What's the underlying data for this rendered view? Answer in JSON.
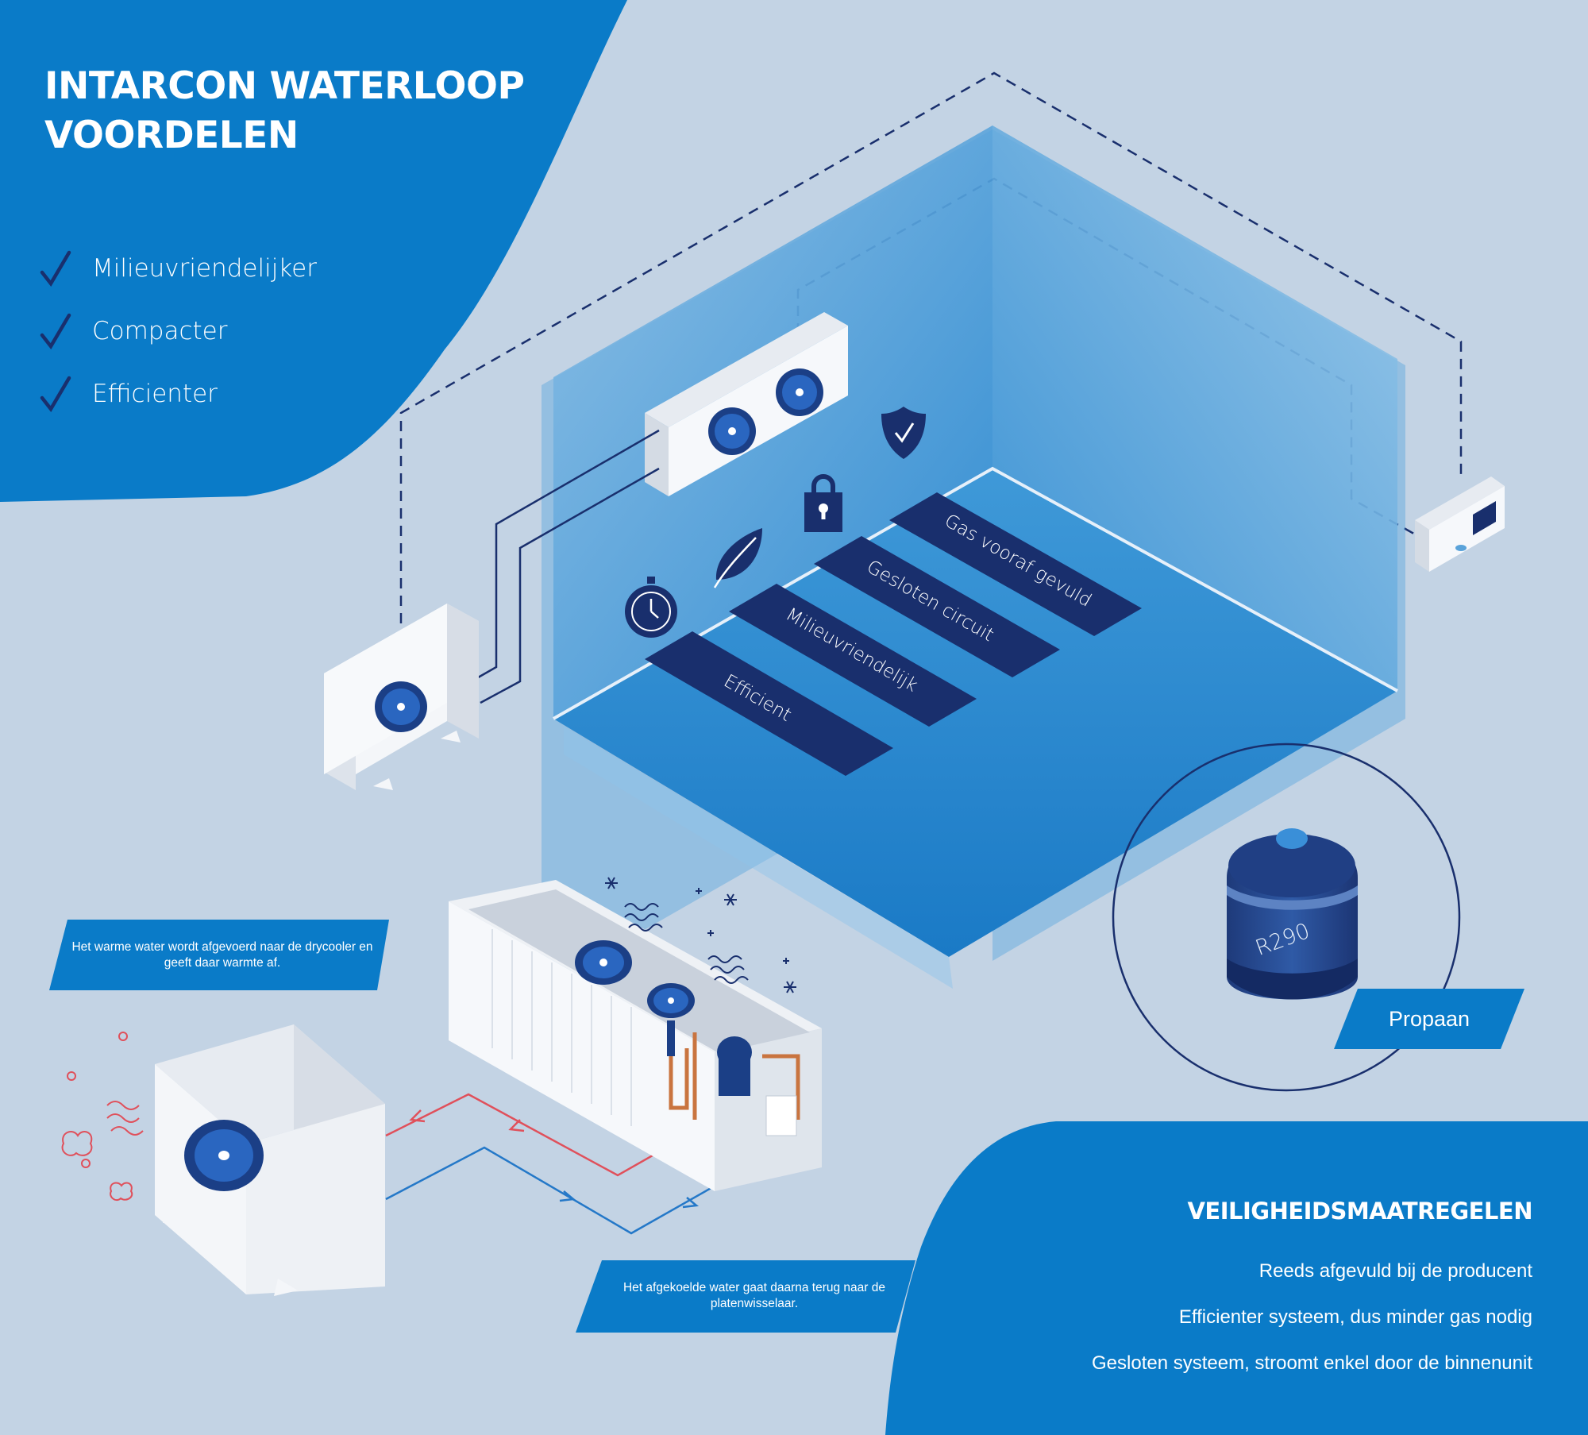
{
  "header": {
    "title_line1": "INTARCON WATERLOOP",
    "title_line2": "VOORDELEN"
  },
  "benefits": [
    {
      "label": "Milieuvriendelijker"
    },
    {
      "label": "Compacter"
    },
    {
      "label": "Efficienter"
    }
  ],
  "features": [
    {
      "label": "Gas vooraf gevuld",
      "icon": "shield-check-icon"
    },
    {
      "label": "Gesloten circuit",
      "icon": "padlock-icon"
    },
    {
      "label": "Milieuvriendelijk",
      "icon": "leaf-icon"
    },
    {
      "label": "Efficient",
      "icon": "stopwatch-icon"
    }
  ],
  "callouts": {
    "warm_water": "Het warme water wordt afgevoerd naar de drycooler en  geeft daar warmte af.",
    "cooled_water": "Het afgekoelde water gaat daarna terug naar de platenwisselaar."
  },
  "refrigerant": {
    "tank_label": "R290",
    "name": "Propaan"
  },
  "safety": {
    "title": "VEILIGHEIDSMAATREGELEN",
    "items": [
      "Reeds afgevuld bij de producent",
      "Efficienter systeem, dus minder gas nodig",
      "Gesloten systeem, stroomt enkel door de binnenunit"
    ]
  },
  "colors": {
    "background": "#c3d3e4",
    "brand_blue": "#0a7bc8",
    "navy": "#192f6d",
    "room_blue": "#3c95d4",
    "hot_line": "#e0505b",
    "cold_line": "#2478c8",
    "white_unit": "#f4f6f9"
  }
}
